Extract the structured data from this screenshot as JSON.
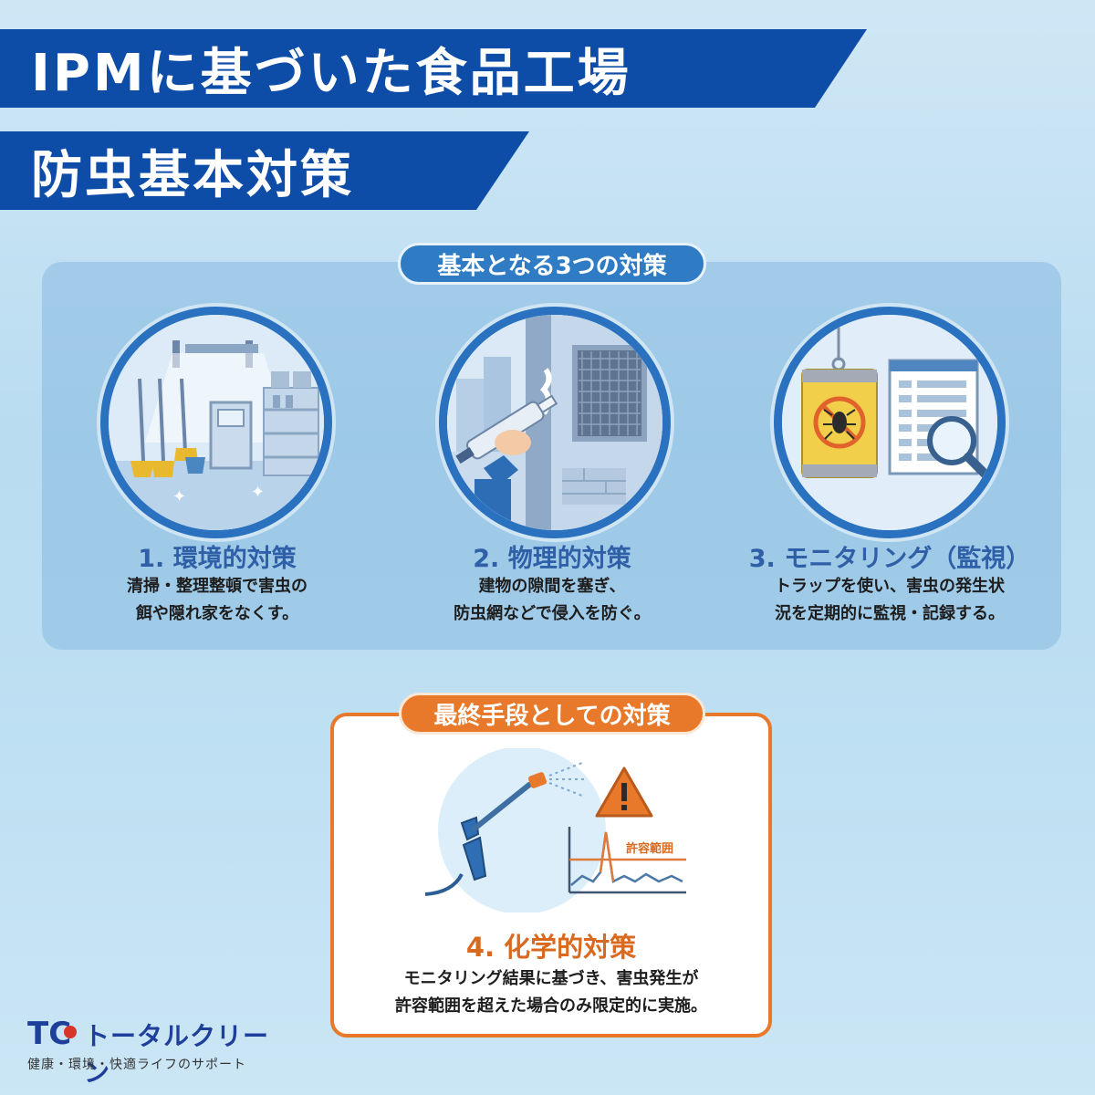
{
  "header": {
    "title_line1": "IPMに基づいた食品工場",
    "title_line2": "防虫基本対策"
  },
  "basic": {
    "label": "基本となる3つの対策",
    "items": [
      {
        "title": "1. 環境的対策",
        "desc_line1": "清掃・整理整頓で害虫の",
        "desc_line2": "餌や隠れ家をなくす。",
        "icon": "cleaning-room-icon"
      },
      {
        "title": "2. 物理的対策",
        "desc_line1": "建物の隙間を塞ぎ、",
        "desc_line2": "防虫網などで侵入を防ぐ。",
        "icon": "caulking-gun-icon"
      },
      {
        "title": "3. モニタリング（監視）",
        "desc_line1": "トラップを使い、害虫の発生状",
        "desc_line2": "況を定期的に監視・記録する。",
        "icon": "insect-trap-monitor-icon"
      }
    ]
  },
  "last_resort": {
    "label": "最終手段としての対策",
    "chart_label": "許容範囲",
    "title": "4. 化学的対策",
    "desc_line1": "モニタリング結果に基づき、害虫発生が",
    "desc_line2": "許容範囲を超えた場合のみ限定的に実施。",
    "icon": "spray-gun-icon"
  },
  "footer": {
    "logo_mark": "TC",
    "company": "トータルクリーン",
    "tagline": "健康・環境・快適ライフのサポート"
  },
  "colors": {
    "banner": "#0d4da8",
    "blue_accent": "#2f7cc5",
    "orange_accent": "#e8782a",
    "title_blue": "#2f5fa7"
  }
}
